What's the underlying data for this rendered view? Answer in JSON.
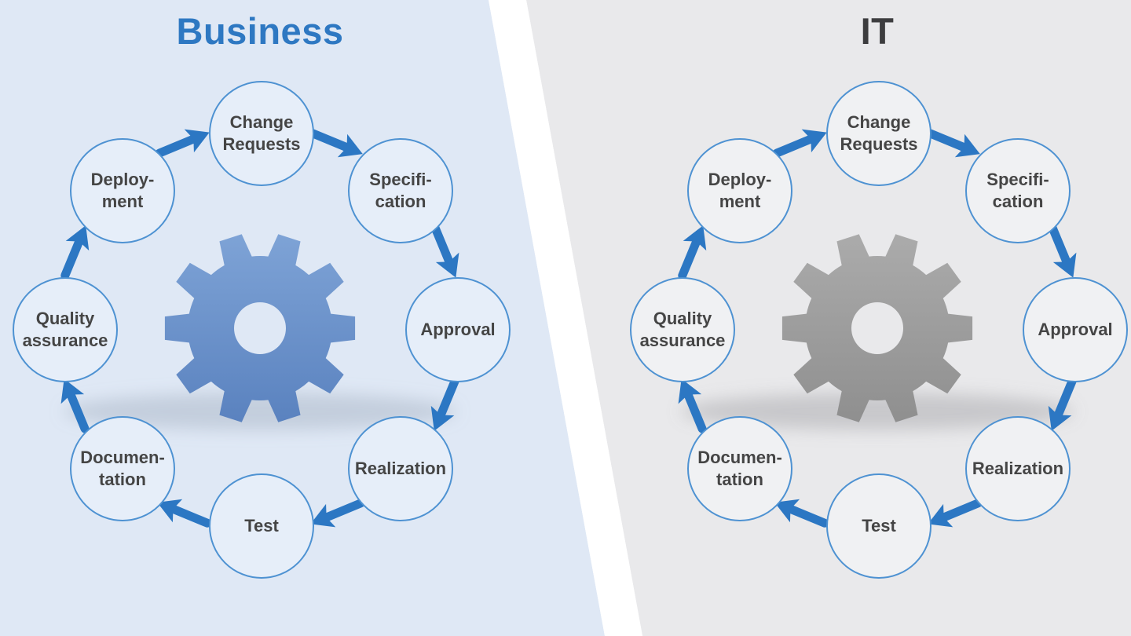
{
  "diagram": {
    "panels": [
      {
        "id": "business",
        "title": "Business",
        "title_color": "#2e78c2",
        "background": "#dfe8f5",
        "circle_fill": "#e6eef9",
        "gear_gradient": [
          "#7ea3d6",
          "#5a82bf"
        ],
        "shadow_color": "rgba(150,163,182,0.38)"
      },
      {
        "id": "it",
        "title": "IT",
        "title_color": "#3d3d3f",
        "background": "#e9e9eb",
        "circle_fill": "#f0f1f3",
        "gear_gradient": [
          "#ababab",
          "#8f8f8f"
        ],
        "shadow_color": "rgba(140,140,144,0.35)"
      }
    ],
    "steps": [
      {
        "label": "Change\nRequests"
      },
      {
        "label": "Specifi-\ncation"
      },
      {
        "label": "Approval"
      },
      {
        "label": "Realization"
      },
      {
        "label": "Test"
      },
      {
        "label": "Documen-\ntation"
      },
      {
        "label": "Quality\nassurance"
      },
      {
        "label": "Deploy-\nment"
      }
    ],
    "flow_direction": "clockwise",
    "colors": {
      "circle_border": "#4e92d2",
      "arrow": "#2c77c3",
      "label_text": "#454545",
      "divider_band": "#ffffff"
    }
  }
}
